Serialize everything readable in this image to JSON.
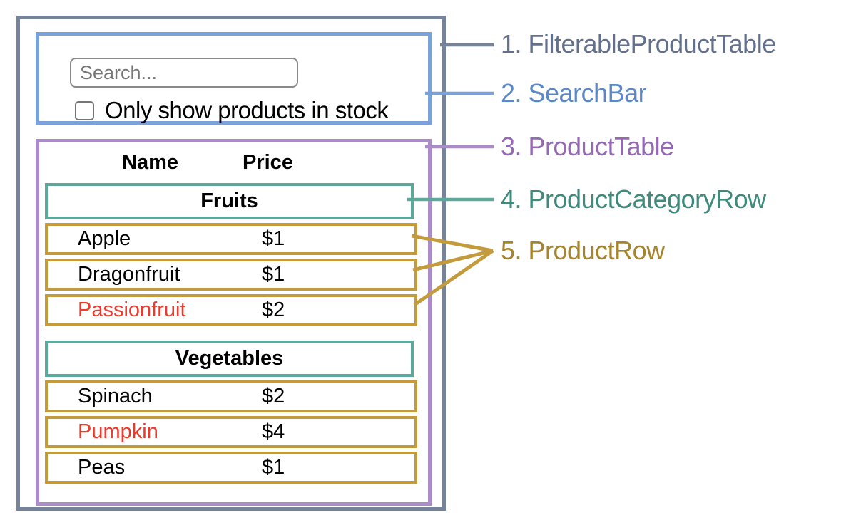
{
  "palette": {
    "slate_border": "#76839b",
    "slate_text": "#62708c",
    "blue_border": "#7aa2d8",
    "blue_text": "#5b87c6",
    "purple_border": "#ab8cc9",
    "purple_text": "#9468b4",
    "teal_border": "#5ca99b",
    "teal_text": "#3e8a7c",
    "gold_border": "#c49b3c",
    "gold_text": "#a7832c",
    "red_text": "#ee3a2c"
  },
  "search_bar": {
    "input_placeholder": "Search...",
    "checkbox_label": "Only show products in stock",
    "checkbox_checked": false
  },
  "product_table": {
    "headers": [
      "Name",
      "Price"
    ],
    "sections": [
      {
        "category": "Fruits",
        "rows": [
          {
            "name": "Apple",
            "price": "$1",
            "in_stock": true
          },
          {
            "name": "Dragonfruit",
            "price": "$1",
            "in_stock": true
          },
          {
            "name": "Passionfruit",
            "price": "$2",
            "in_stock": false
          }
        ]
      },
      {
        "category": "Vegetables",
        "rows": [
          {
            "name": "Spinach",
            "price": "$2",
            "in_stock": true
          },
          {
            "name": "Pumpkin",
            "price": "$4",
            "in_stock": false
          },
          {
            "name": "Peas",
            "price": "$1",
            "in_stock": true
          }
        ]
      }
    ]
  },
  "legend": {
    "items": [
      {
        "label": "1. FilterableProductTable",
        "color": "slate_text"
      },
      {
        "label": "2. SearchBar",
        "color": "blue_text"
      },
      {
        "label": "3. ProductTable",
        "color": "purple_text"
      },
      {
        "label": "4. ProductCategoryRow",
        "color": "teal_text"
      },
      {
        "label": "5. ProductRow",
        "color": "gold_text"
      }
    ]
  }
}
